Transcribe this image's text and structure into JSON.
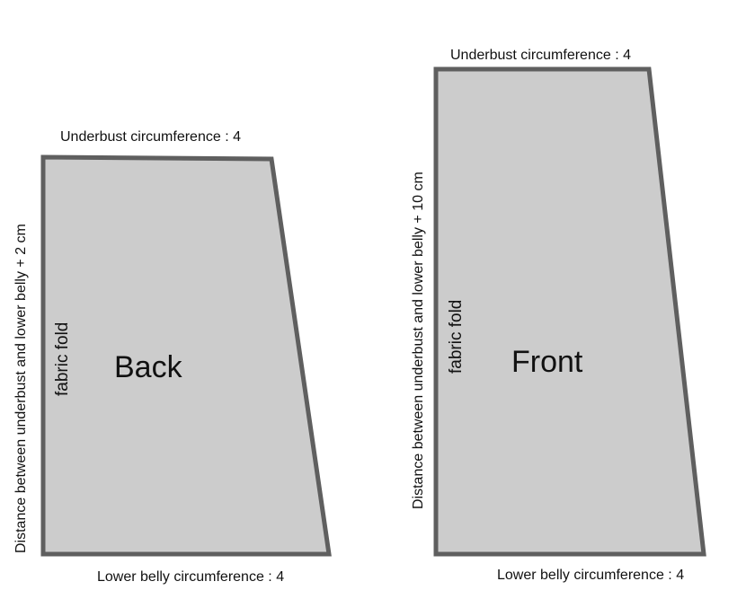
{
  "colors": {
    "fill": "#cccccc",
    "stroke": "#5f5f5f",
    "text": "#111111"
  },
  "pieces": {
    "back": {
      "name": "Back",
      "fold_label": "fabric fold",
      "top_label": "Underbust circumference : 4",
      "bottom_label": "Lower belly circumference : 4",
      "side_label": "Distance between underbust and lower belly + 2 cm"
    },
    "front": {
      "name": "Front",
      "fold_label": "fabric fold",
      "top_label": "Underbust circumference : 4",
      "bottom_label": "Lower belly circumference : 4",
      "side_label": "Distance between underbust and lower belly  + 10 cm"
    }
  }
}
